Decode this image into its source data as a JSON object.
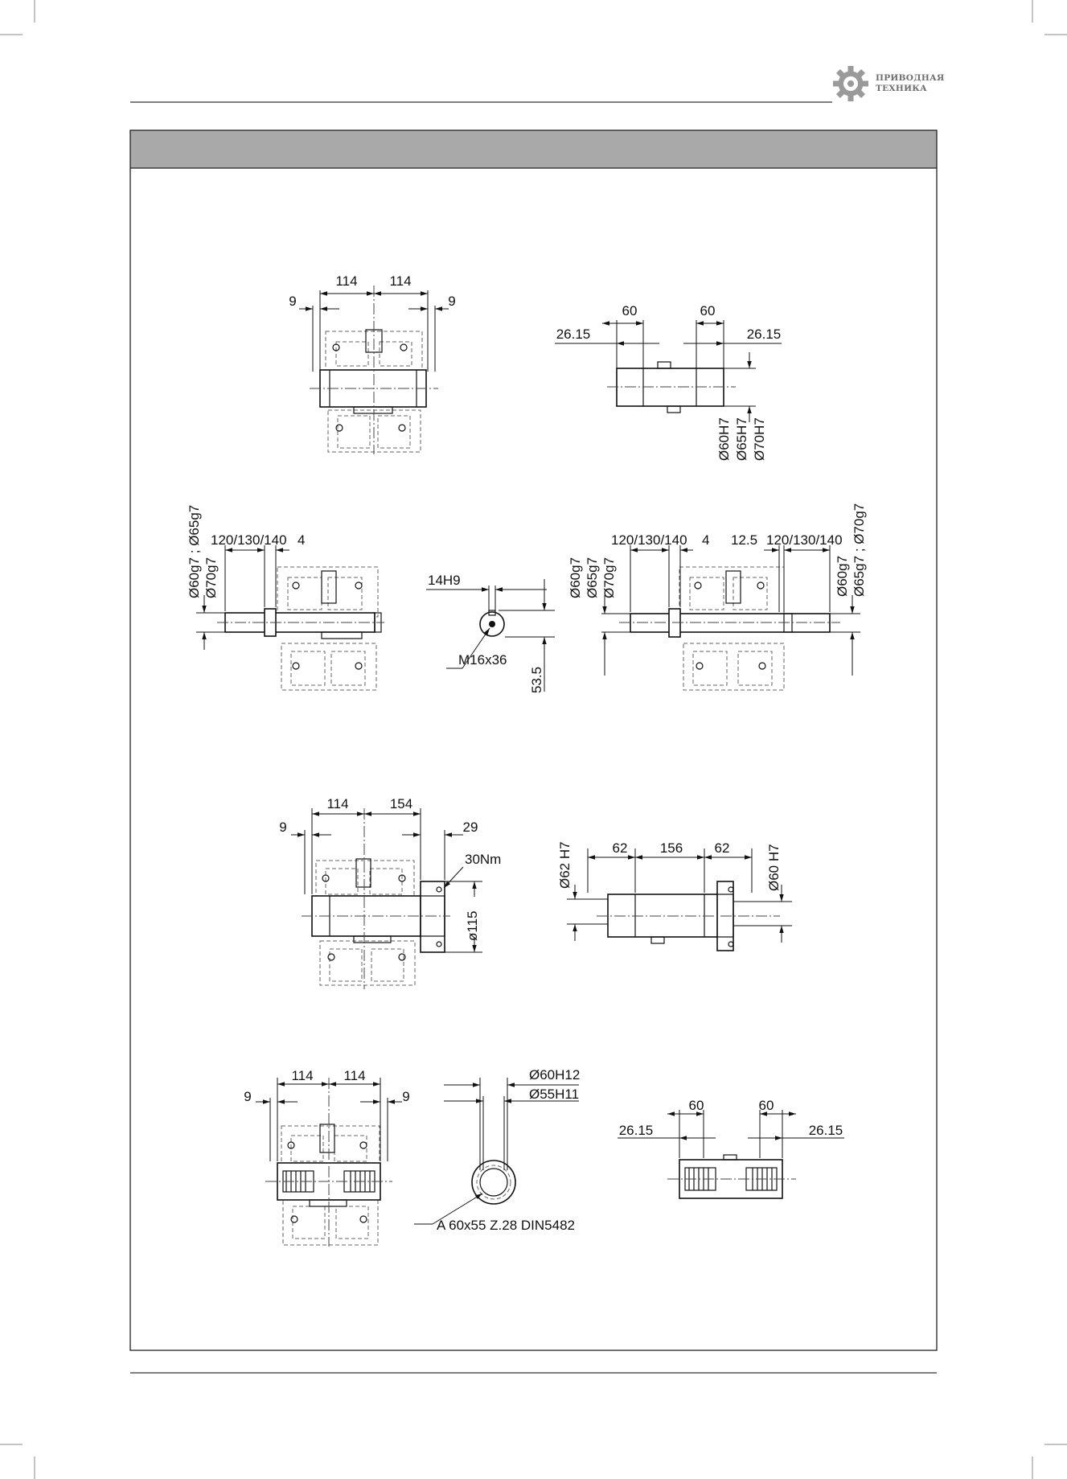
{
  "header": {
    "logo_line1": "ПРИВОДНАЯ",
    "logo_line2": "ТЕХНИКА",
    "logo_icon": "gear-icon",
    "accent_color": "#9a9a9a",
    "title_bar_color": "#a9a9a9"
  },
  "drawings": {
    "hollow_shaft_side": {
      "d_left_flange": "9",
      "d_left": "114",
      "d_right": "114",
      "d_right_flange": "9"
    },
    "hollow_shaft_detail": {
      "d_left_outer": "26.15",
      "d_left": "60",
      "d_right": "60",
      "d_right_outer": "26.15",
      "bores": [
        "Ø60H7",
        "Ø65H7",
        "Ø70H7"
      ]
    },
    "single_output_shaft": {
      "diameters": [
        "Ø60g7 ; Ø65g7",
        "Ø70g7"
      ],
      "length": "120/130/140",
      "gap": "4"
    },
    "shaft_key_section": {
      "key": "14H9",
      "thread": "M16x36",
      "height": "53.5"
    },
    "double_output_shaft": {
      "left_diameters": [
        "Ø60g7",
        "Ø65g7",
        "Ø70g7"
      ],
      "left_length": "120/130/140",
      "gap": "4",
      "offset": "12.5",
      "right_length": "120/130/140",
      "right_diameters": [
        "Ø60g7",
        "Ø65g7 ; Ø70g7"
      ]
    },
    "shrink_disc_side": {
      "d_left_flange": "9",
      "d_left": "114",
      "d_right": "154",
      "d_right_flange": "29",
      "torque": "30Nm",
      "disc_diameter": "ø115"
    },
    "shrink_disc_detail": {
      "bore_left": "Ø62 H7",
      "d_left": "62",
      "d_mid": "156",
      "d_right": "62",
      "bore_right": "Ø60 H7"
    },
    "splined_shaft_side": {
      "d_left_flange": "9",
      "d_left": "114",
      "d_right": "114",
      "d_right_flange": "9"
    },
    "spline_section": {
      "outer": "Ø60H12",
      "inner": "Ø55H11",
      "spec": "A 60x55 Z.28 DIN5482"
    },
    "splined_shaft_detail": {
      "d_left_outer": "26.15",
      "d_left": "60",
      "d_right": "60",
      "d_right_outer": "26.15"
    }
  }
}
